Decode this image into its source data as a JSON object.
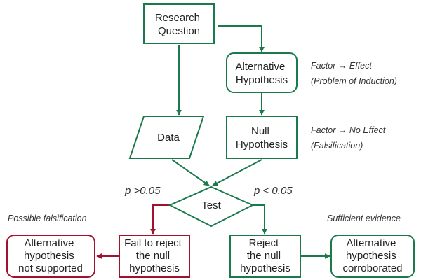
{
  "colors": {
    "green": "#1a7a4c",
    "red": "#a0122e"
  },
  "nodes": {
    "research_question": [
      "Research",
      "Question"
    ],
    "alternative_hypothesis": [
      "Alternative",
      "Hypothesis"
    ],
    "data": [
      "Data"
    ],
    "null_hypothesis": [
      "Null",
      "Hypothesis"
    ],
    "test": [
      "Test"
    ],
    "fail_to_reject": [
      "Fail to reject",
      "the null",
      "hypothesis"
    ],
    "reject_null": [
      "Reject",
      "the null",
      "hypothesis"
    ],
    "alt_not_supported": [
      "Alternative",
      "hypothesis",
      "not supported"
    ],
    "alt_corroborated": [
      "Alternative",
      "hypothesis",
      "corroborated"
    ]
  },
  "notes": {
    "alt_line1": "Factor → Effect",
    "alt_line2": "(Problem of Induction)",
    "null_line1": "Factor → No Effect",
    "null_line2": "(Falsification)",
    "possible_falsification": "Possible falsification",
    "sufficient_evidence": "Sufficient evidence",
    "p_high": "p >0.05",
    "p_low": "p < 0.05"
  }
}
